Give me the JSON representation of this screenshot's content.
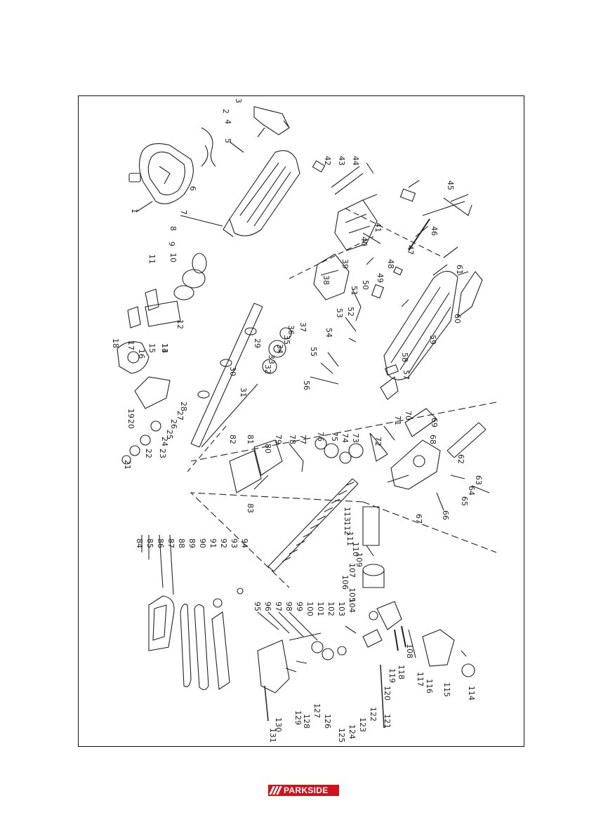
{
  "brand": {
    "name": "PARKSIDE",
    "color": "#d2121a"
  },
  "diagram": {
    "part_numbers": [
      "1",
      "2",
      "3",
      "4",
      "5",
      "6",
      "7",
      "8",
      "9",
      "10",
      "11",
      "12",
      "13",
      "14",
      "15",
      "16",
      "17",
      "18",
      "19",
      "20",
      "21",
      "22",
      "23",
      "24",
      "25",
      "26",
      "27",
      "28",
      "29",
      "30",
      "31",
      "32",
      "33",
      "34",
      "35",
      "36",
      "37",
      "38",
      "39",
      "40",
      "41",
      "42",
      "43",
      "44",
      "45",
      "46",
      "47",
      "48",
      "49",
      "50",
      "51",
      "52",
      "53",
      "54",
      "55",
      "56",
      "57",
      "58",
      "59",
      "60",
      "61",
      "62",
      "63",
      "64",
      "65",
      "66",
      "67",
      "68",
      "69",
      "70",
      "71",
      "72",
      "73",
      "74",
      "75",
      "76",
      "77",
      "78",
      "79",
      "80",
      "81",
      "82",
      "83",
      "84",
      "85",
      "86",
      "87",
      "88",
      "89",
      "90",
      "91",
      "92",
      "93",
      "94",
      "95",
      "96",
      "97",
      "98",
      "99",
      "100",
      "101",
      "102",
      "103",
      "104",
      "105",
      "106",
      "107",
      "108",
      "109",
      "110",
      "111",
      "112",
      "113",
      "114",
      "115",
      "116",
      "117",
      "118",
      "119",
      "120",
      "121",
      "122",
      "123",
      "124",
      "125",
      "126",
      "127",
      "128",
      "129",
      "130",
      "131"
    ]
  }
}
